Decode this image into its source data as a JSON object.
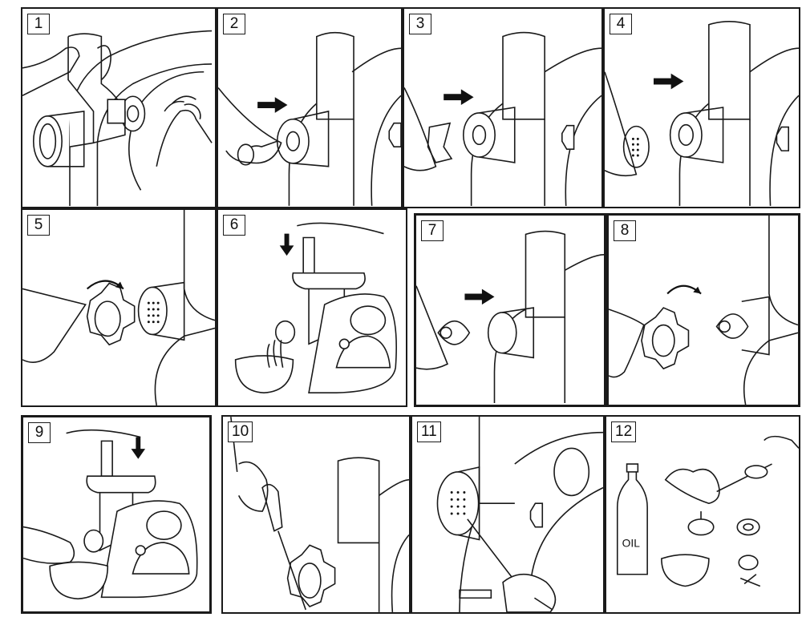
{
  "steps": [
    {
      "number": "1"
    },
    {
      "number": "2"
    },
    {
      "number": "3"
    },
    {
      "number": "4"
    },
    {
      "number": "5"
    },
    {
      "number": "6"
    },
    {
      "number": "7"
    },
    {
      "number": "8"
    },
    {
      "number": "9"
    },
    {
      "number": "10"
    },
    {
      "number": "11"
    },
    {
      "number": "12"
    }
  ],
  "bottle_label": "OIL"
}
